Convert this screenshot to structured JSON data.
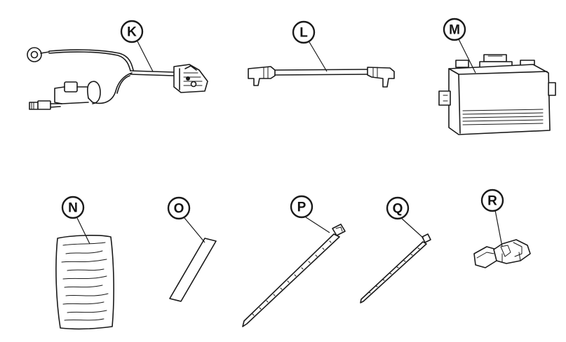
{
  "parts": [
    {
      "id": "K"
    },
    {
      "id": "L"
    },
    {
      "id": "M"
    },
    {
      "id": "N"
    },
    {
      "id": "O"
    },
    {
      "id": "P"
    },
    {
      "id": "Q"
    },
    {
      "id": "R"
    }
  ],
  "colors": {
    "ink": "#1a1a1a",
    "background": "#ffffff"
  }
}
